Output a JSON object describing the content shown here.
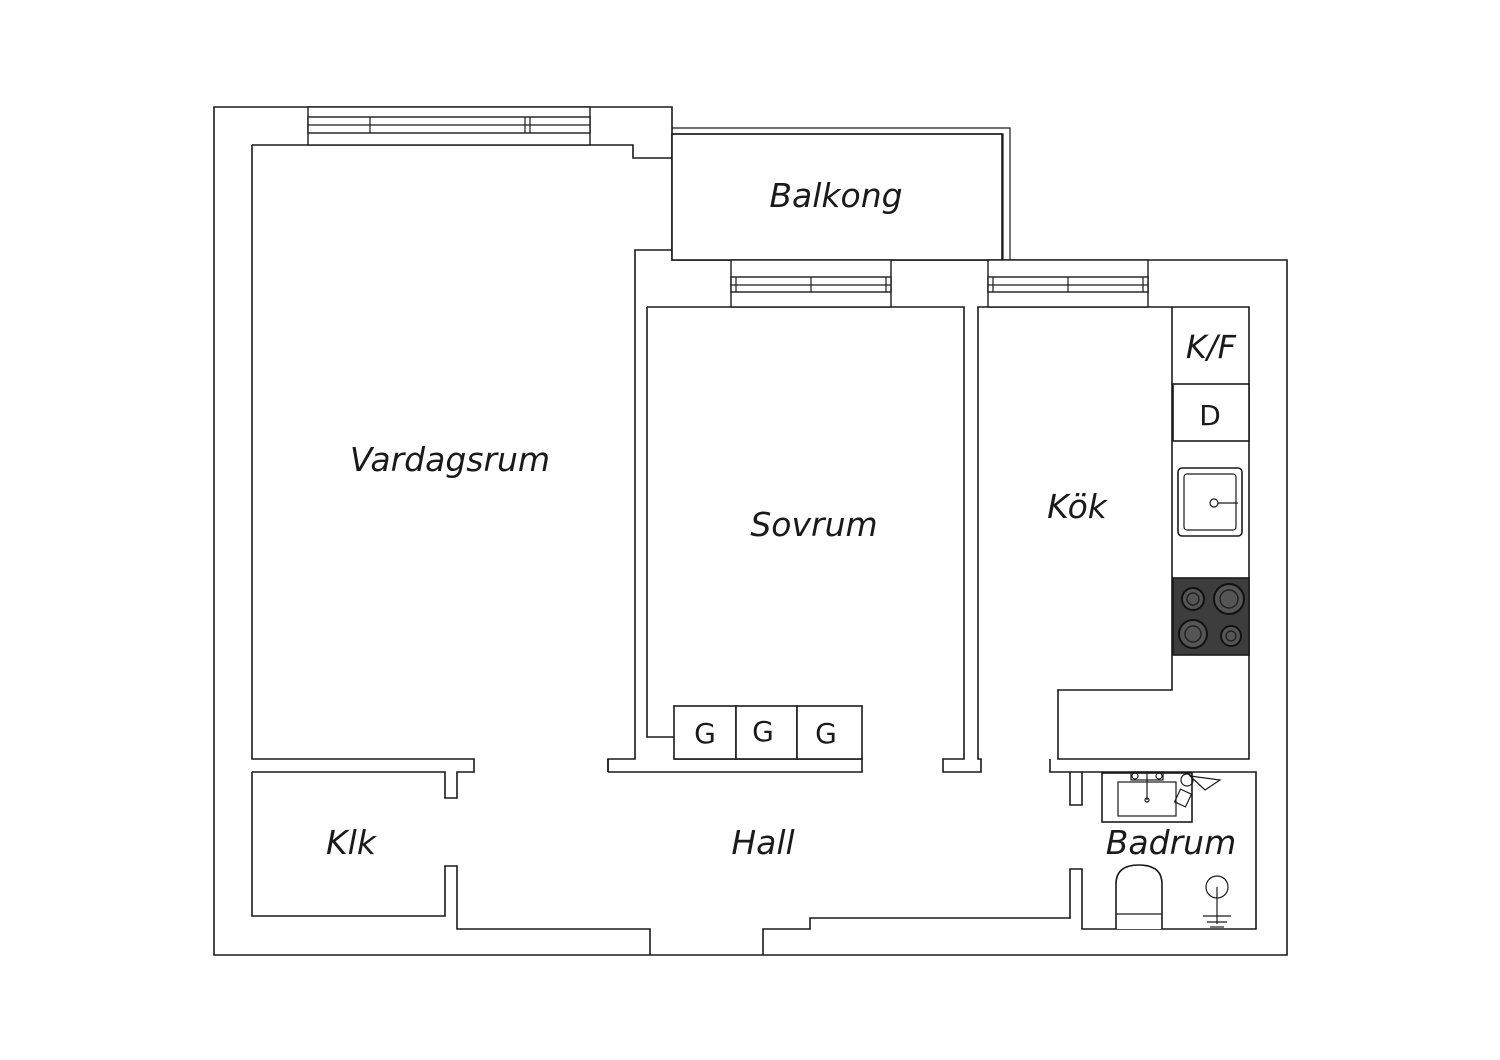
{
  "rooms": {
    "balkong": "Balkong",
    "vardagsrum": "Vardagsrum",
    "sovrum": "Sovrum",
    "kok": "Kök",
    "klk": "Klk",
    "hall": "Hall",
    "badrum": "Badrum"
  },
  "fixtures": {
    "kf": "K/F",
    "dishwasher": "D",
    "wardrobes": [
      "G",
      "G",
      "G"
    ]
  },
  "colors": {
    "line": "#1a1a1a",
    "stove": "#3d3d3d",
    "background": "#ffffff"
  }
}
